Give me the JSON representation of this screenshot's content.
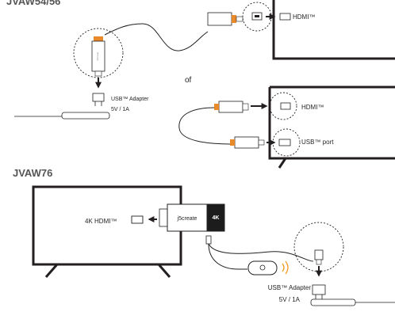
{
  "sections": {
    "top_heading": "JVAW54/56",
    "bottom_heading": "JVAW76"
  },
  "labels": {
    "hdmi_top": "HDMI™",
    "usb_adapter_top": "USB™ Adapter",
    "power_spec_top": "5V / 1A",
    "or": "of",
    "hdmi_mid": "HDMI™",
    "usb_port": "USB™ port",
    "hdmi_4k": "4K HDMI™",
    "usb_adapter_bottom": "USB™ Adapter",
    "power_spec_bottom": "5V / 1A"
  },
  "device": {
    "brand": "j5create",
    "badge_4k": "4K"
  },
  "colors": {
    "line": "#231f20",
    "accent_orange": "#e8892a",
    "wireless_orange": "#f39a1f",
    "heading_gray": "#555555"
  },
  "icons": [
    "arrow-right-icon",
    "arrow-left-icon",
    "arrow-down-icon",
    "hdmi-port-icon",
    "usb-port-icon",
    "wireless-waves-icon",
    "remote-button-icon"
  ]
}
